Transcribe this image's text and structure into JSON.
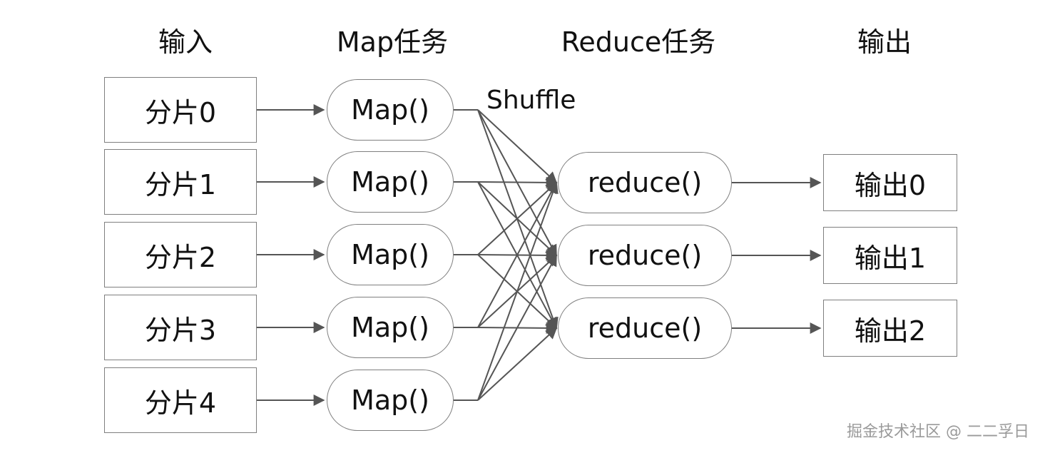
{
  "headers": {
    "input": "输入",
    "map_task": "Map任务",
    "reduce_task": "Reduce任务",
    "output": "输出"
  },
  "shuffle_label": "Shuffle",
  "splits": [
    "分片0",
    "分片1",
    "分片2",
    "分片3",
    "分片4"
  ],
  "maps": [
    "Map()",
    "Map()",
    "Map()",
    "Map()",
    "Map()"
  ],
  "reduces": [
    "reduce()",
    "reduce()",
    "reduce()"
  ],
  "outputs": [
    "输出0",
    "输出1",
    "输出2"
  ],
  "watermark": "掘金技术社区 @ 二二孚日",
  "colors": {
    "line": "#555555",
    "border": "#7f7f7f",
    "text": "#111111"
  }
}
